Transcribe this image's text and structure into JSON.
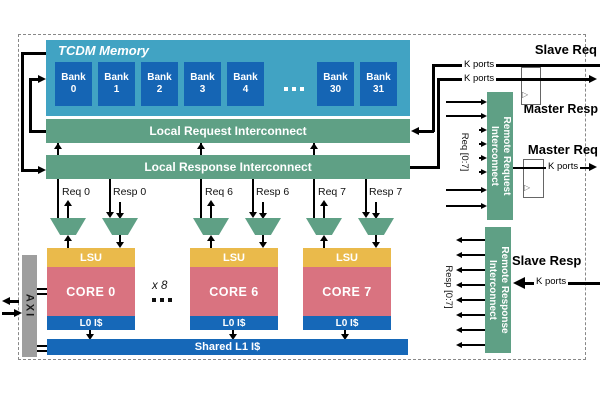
{
  "figure": {
    "tcdm": {
      "title": "TCDM Memory",
      "bank_label": "Bank",
      "banks": [
        "0",
        "1",
        "2",
        "3",
        "4",
        "30",
        "31"
      ]
    },
    "interconnects": {
      "local_request": "Local Request Interconnect",
      "local_response": "Local Response Interconnect",
      "remote_request_line1": "Remote Request",
      "remote_request_line2": "Interconnect",
      "remote_response_line1": "Remote Response",
      "remote_response_line2": "Interconnect"
    },
    "cores": [
      {
        "lsu": "LSU",
        "name": "CORE 0",
        "l0cache": "L0 I$",
        "req": "Req 0",
        "resp": "Resp 0"
      },
      {
        "lsu": "LSU",
        "name": "CORE 6",
        "l0cache": "L0 I$",
        "req": "Req 6",
        "resp": "Resp 6"
      },
      {
        "lsu": "LSU",
        "name": "CORE 7",
        "l0cache": "L0 I$",
        "req": "Req 7",
        "resp": "Resp 7"
      }
    ],
    "replication": "x 8",
    "shared_l1": "Shared L1 I$",
    "axi": "AXI",
    "buses": {
      "req": "Req [0:7]",
      "resp": "Resp [0:7]"
    },
    "ports": {
      "slave_req": "Slave Req",
      "master_resp": "Master Resp",
      "master_req": "Master Req",
      "slave_resp": "Slave Resp",
      "k_ports": "K ports"
    },
    "colors": {
      "tcdm_bg": "#41a3c3",
      "bank_blue": "#1565b4",
      "interconnect_green": "#5fa085",
      "lsu_yellow": "#eaba4b",
      "core_pink": "#d97380",
      "cache_blue": "#1668b8",
      "axi_gray": "#9e9e9e"
    }
  }
}
